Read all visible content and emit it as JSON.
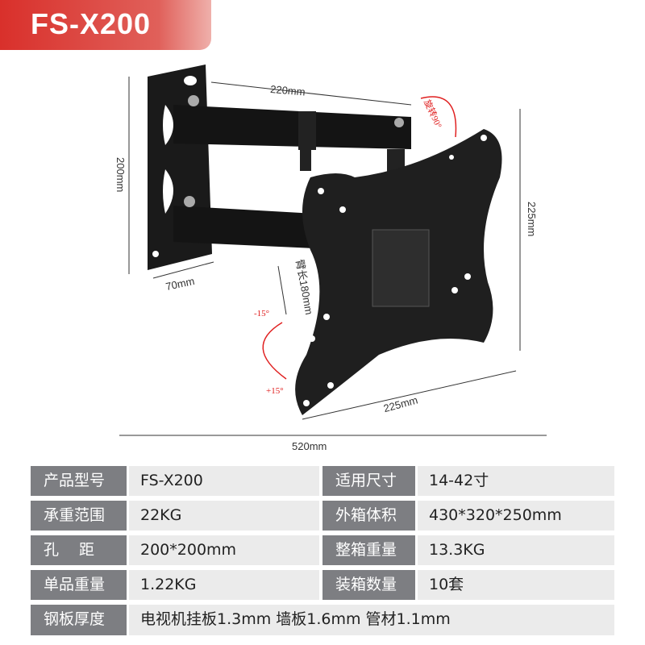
{
  "banner": {
    "title": "FS-X200"
  },
  "dimensions": {
    "arm_width": "220mm",
    "rotate": "旋转90°",
    "height": "200mm",
    "wall_width": "70mm",
    "arm_length": "臂长180mm",
    "plate_height": "225mm",
    "plate_width": "225mm",
    "tilt_up": "-15°",
    "tilt_down": "+15°",
    "total": "520mm"
  },
  "specs": {
    "rows": [
      {
        "label": "产品型号",
        "value": "FS-X200",
        "label2": "适用尺寸",
        "value2": "14-42寸"
      },
      {
        "label": "承重范围",
        "value": "22KG",
        "label2": "外箱体积",
        "value2": "430*320*250mm"
      },
      {
        "label": "孔　 距",
        "value": "200*200mm",
        "label2": "整箱重量",
        "value2": "13.3KG"
      },
      {
        "label": "单品重量",
        "value": "1.22KG",
        "label2": "装箱数量",
        "value2": "10套"
      }
    ],
    "last": {
      "label": "钢板厚度",
      "value": "电视机挂板1.3mm 墙板1.6mm 管材1.1mm"
    }
  },
  "colors": {
    "banner": "#d9302b",
    "label_bg": "#7d7e82",
    "value_bg": "#ebebeb",
    "accent": "#e02020"
  }
}
